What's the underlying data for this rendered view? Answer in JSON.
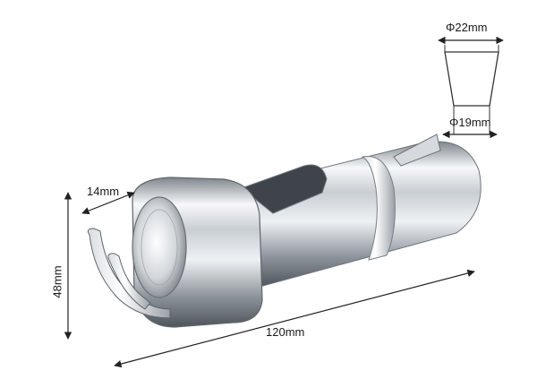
{
  "dimensions": {
    "top_diameter": "Φ22mm",
    "bottom_diameter": "Φ19mm",
    "depth": "14mm",
    "height": "48mm",
    "length": "120mm"
  },
  "colors": {
    "chrome_light": "#f4f6f8",
    "chrome_mid": "#b9bec4",
    "chrome_dark": "#5d636a",
    "line": "#222222"
  }
}
